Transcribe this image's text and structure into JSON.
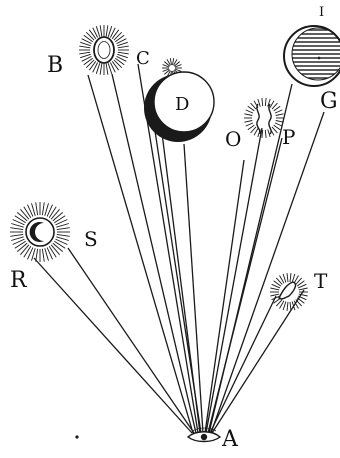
{
  "diagram": {
    "labels": {
      "A": "A",
      "B": "B",
      "C": "C",
      "D": "D",
      "G": "G",
      "I": "I",
      "O": "O",
      "P": "P",
      "R": "R",
      "S": "S",
      "T": "T"
    },
    "bodies": [
      {
        "id": "B",
        "kind": "radiant-sun"
      },
      {
        "id": "D",
        "kind": "crescent-moon"
      },
      {
        "id": "G",
        "kind": "shaded-moon"
      },
      {
        "id": "P",
        "kind": "radiant-figure"
      },
      {
        "id": "R",
        "kind": "radiant-crescent"
      },
      {
        "id": "T",
        "kind": "radiant-figure"
      }
    ],
    "observer": "eye-icon"
  }
}
